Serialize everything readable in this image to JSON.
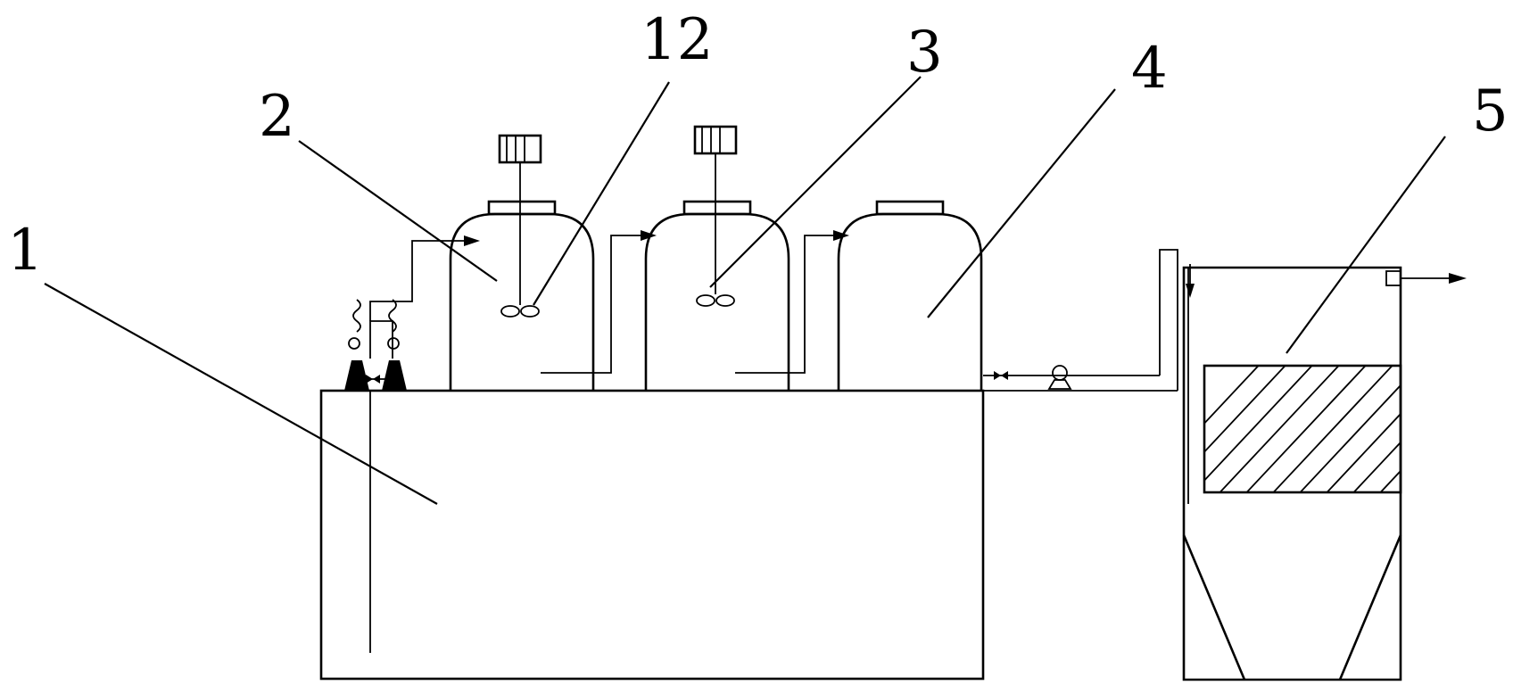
{
  "diagram": {
    "labels": {
      "one": "1",
      "two": "2",
      "twelve": "12",
      "three": "3",
      "four": "4",
      "five": "5"
    },
    "line_color": "#000000",
    "background": "#ffffff"
  }
}
